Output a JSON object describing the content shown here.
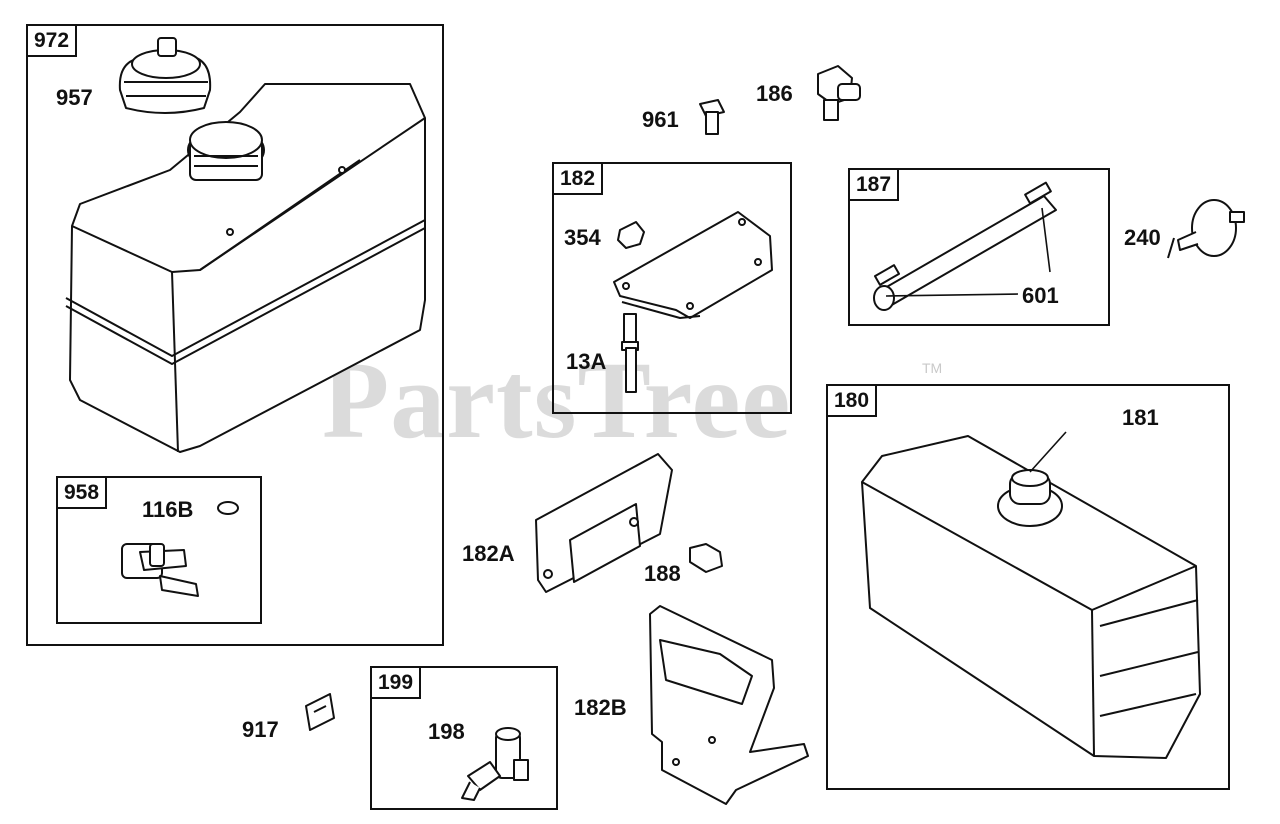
{
  "watermark": {
    "text": "PartsTree",
    "tm": "TM"
  },
  "groups": {
    "g972": "972",
    "g958": "958",
    "g182": "182",
    "g187": "187",
    "g180": "180",
    "g199": "199"
  },
  "parts": {
    "p957": "957",
    "p961": "961",
    "p186": "186",
    "p354": "354",
    "p13A": "13A",
    "p240": "240",
    "p601": "601",
    "p181": "181",
    "p116B": "116B",
    "p182A": "182A",
    "p188": "188",
    "p182B": "182B",
    "p917": "917",
    "p198": "198"
  }
}
